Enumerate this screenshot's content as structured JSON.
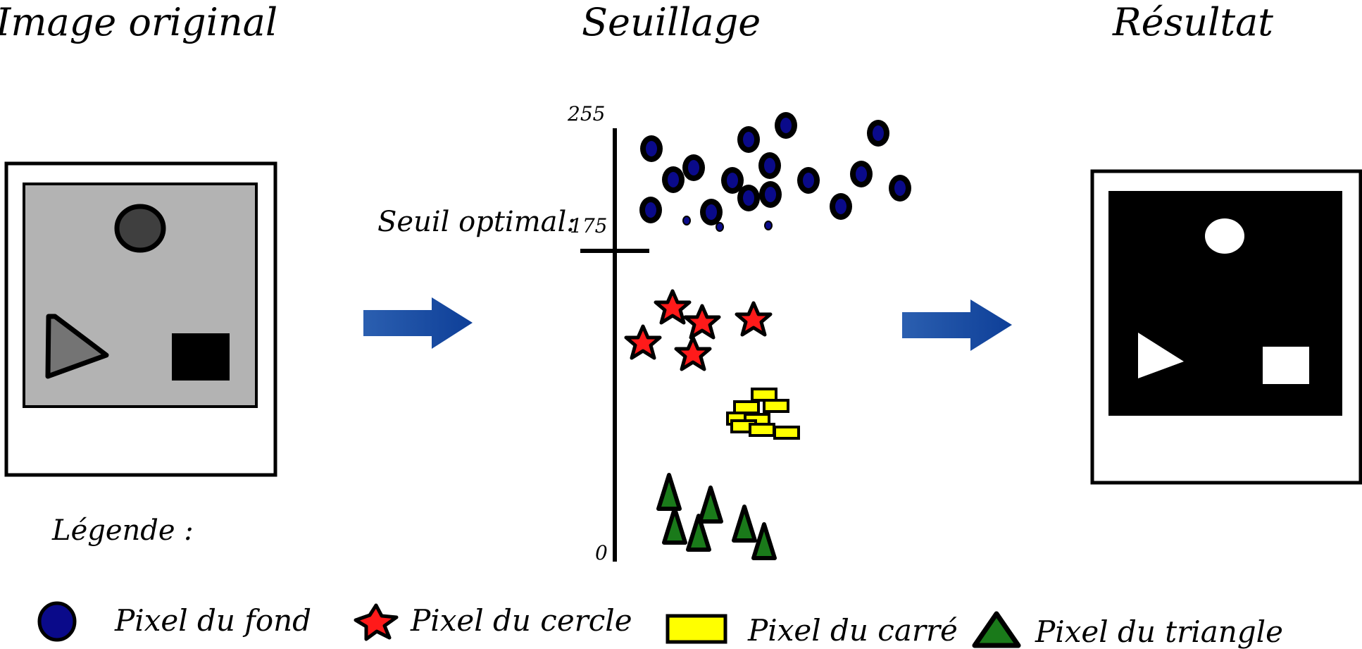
{
  "titles": {
    "original": "Image original",
    "threshold": "Seuillage",
    "result": "Résultat"
  },
  "axis": {
    "top_label": "255",
    "bottom_label": "0",
    "threshold_text": "Seuil optimal:",
    "threshold_value": "175"
  },
  "legend": {
    "heading": "Légende :",
    "items": [
      {
        "label": "Pixel du fond",
        "icon": "background-pixel-icon"
      },
      {
        "label": "Pixel du cercle",
        "icon": "star-icon"
      },
      {
        "label": "Pixel du carré",
        "icon": "rectangle-icon"
      },
      {
        "label": "Pixel du triangle",
        "icon": "triangle-icon"
      }
    ]
  },
  "colors": {
    "background_pixel": "#0a0a8a",
    "circle_pixel": "#ff1a1a",
    "square_pixel": "#ffff00",
    "triangle_pixel": "#1a7a1a",
    "arrow": "#1a4aa0",
    "gray_image": "#b3b3b3"
  }
}
